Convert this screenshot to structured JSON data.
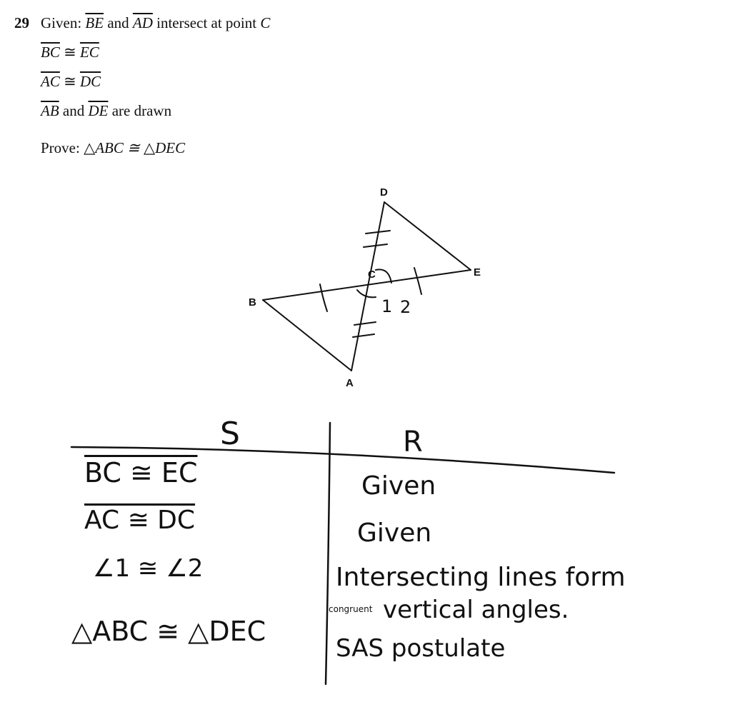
{
  "question": {
    "number": "29",
    "given_label": "Given:",
    "seg_be": "BE",
    "and_word": "and",
    "seg_ad": "AD",
    "intersect_text": "intersect at point",
    "point_c": "C",
    "stmt1": {
      "left": "BC",
      "symbol": "≅",
      "right": "EC"
    },
    "stmt2": {
      "left": "AC",
      "symbol": "≅",
      "right": "DC"
    },
    "stmt3": {
      "seg1": "AB",
      "and_word": "and",
      "seg2": "DE",
      "tail": "are drawn"
    },
    "prove_label": "Prove:",
    "prove_stmt": "△ABC ≅ △DEC"
  },
  "diagram": {
    "labels": {
      "A": "A",
      "B": "B",
      "C": "C",
      "D": "D",
      "E": "E",
      "angle1": "1",
      "angle2": "2"
    }
  },
  "proof_table": {
    "statements_header": "S",
    "reasons_header": "R",
    "rows": [
      {
        "statement": "BC ≅ EC",
        "reason": "Given"
      },
      {
        "statement": "AC ≅ DC",
        "reason": "Given"
      },
      {
        "statement": "∠1 ≅ ∠2",
        "reason": "Intersecting lines form",
        "reason_note": "congruent",
        "reason_2": "vertical angles."
      },
      {
        "statement": "△ABC ≅ △DEC",
        "reason": "SAS postulate"
      }
    ]
  }
}
